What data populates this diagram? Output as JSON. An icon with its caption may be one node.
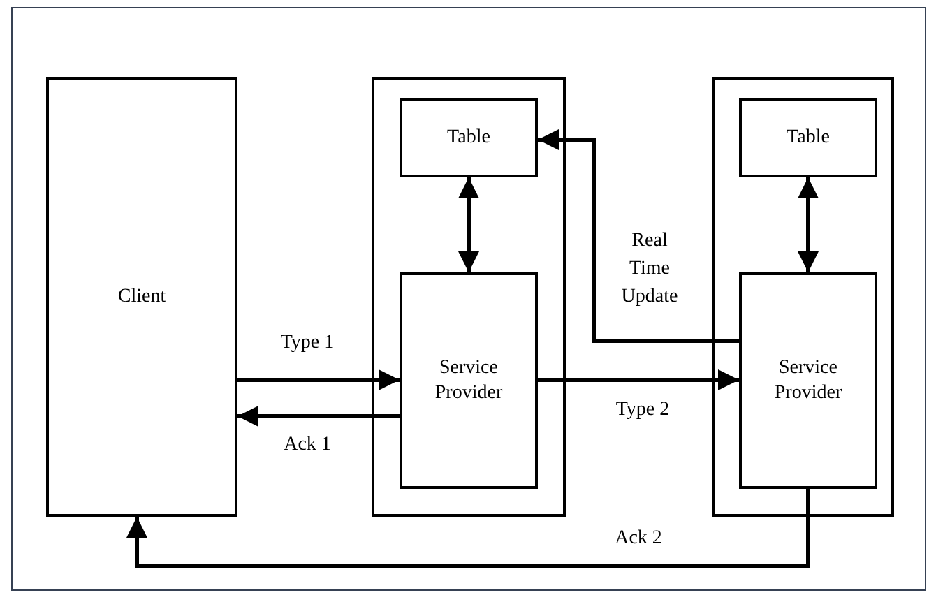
{
  "diagram": {
    "nodes": [
      {
        "text": [
          "Client"
        ]
      },
      {
        "text": [],
        "shape": "box"
      },
      {
        "text": [
          "Table"
        ],
        "in": 1
      },
      {
        "text": [
          "Service Provider"
        ],
        "in": 1
      },
      {
        "text": [],
        "shape": "box"
      },
      {
        "text": [
          "Table"
        ],
        "in": 4
      },
      {
        "text": [
          "Service Provider"
        ],
        "in": 4
      }
    ],
    "edges": [
      {
        "from": 0,
        "to": 3,
        "arrow": "to",
        "label": "Type 1"
      },
      {
        "from": 3,
        "to": 0,
        "arrow": "to",
        "label": "Ack 1"
      },
      {
        "from": 2,
        "to": 3,
        "arrow": "both"
      },
      {
        "from": 3,
        "to": 6,
        "arrow": "to",
        "label": "Type 2"
      },
      {
        "from": 6,
        "to": 2,
        "arrow": "to",
        "label": "Real Time Update"
      },
      {
        "from": 5,
        "to": 6,
        "arrow": "both"
      },
      {
        "from": 6,
        "to": 0,
        "arrow": "to",
        "label": "Ack 2"
      }
    ]
  }
}
